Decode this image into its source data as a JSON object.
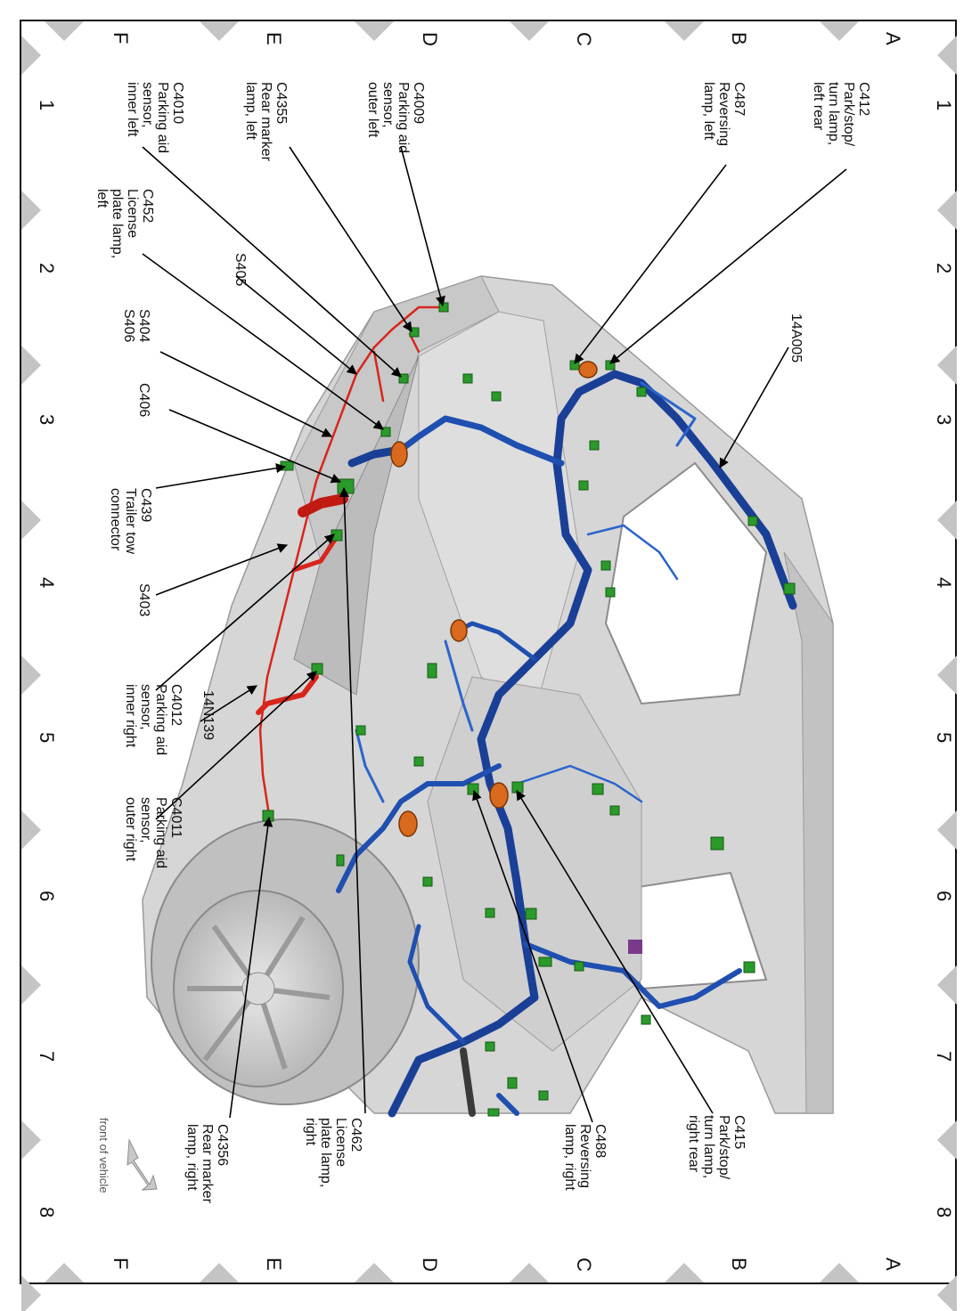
{
  "grid": {
    "columns": [
      "1",
      "2",
      "3",
      "4",
      "5",
      "6",
      "7",
      "8"
    ],
    "rows": [
      "A",
      "B",
      "C",
      "D",
      "E",
      "F"
    ]
  },
  "labels": {
    "c412": [
      "C412",
      "Park/stop/",
      "turn lamp,",
      "left rear"
    ],
    "c487": [
      "C487",
      "Reversing",
      "lamp, left"
    ],
    "c4009": [
      "C4009",
      "Parking aid",
      "sensor,",
      "outer left"
    ],
    "c4355": [
      "C4355",
      "Rear marker",
      "lamp, left"
    ],
    "c4010": [
      "C4010",
      "Parking aid",
      "sensor,",
      "inner left"
    ],
    "c452": [
      "C452",
      "License",
      "plate lamp,",
      "left"
    ],
    "s405": [
      "S405"
    ],
    "s404": [
      "S404",
      "S406"
    ],
    "c406": [
      "C406"
    ],
    "c439": [
      "C439",
      "Trailer tow",
      "connector"
    ],
    "s403": [
      "S403"
    ],
    "c4012": [
      "C4012",
      "Parking aid",
      "sensor,",
      "inner right"
    ],
    "n14n139": [
      "14N139"
    ],
    "c4011": [
      "C4011",
      "Parking aid",
      "sensor,",
      "outer right"
    ],
    "n14a005": [
      "14A005"
    ],
    "c415": [
      "C415",
      "Park/stop/",
      "turn lamp,",
      "right rear"
    ],
    "c488": [
      "C488",
      "Reversing",
      "lamp, right"
    ],
    "c462": [
      "C462",
      "License",
      "plate lamp,",
      "right"
    ],
    "c4356": [
      "C4356",
      "Rear marker",
      "lamp, right"
    ],
    "front": [
      "front of vehicle"
    ]
  },
  "colors": {
    "harness_blue": "#1f4fb0",
    "harness_red": "#d8261c",
    "connector_green": "#2a9a2a",
    "grommet_orange": "#d9691c",
    "body_gray": "#d2d2d2",
    "tick_gray": "#c4c4c4"
  }
}
